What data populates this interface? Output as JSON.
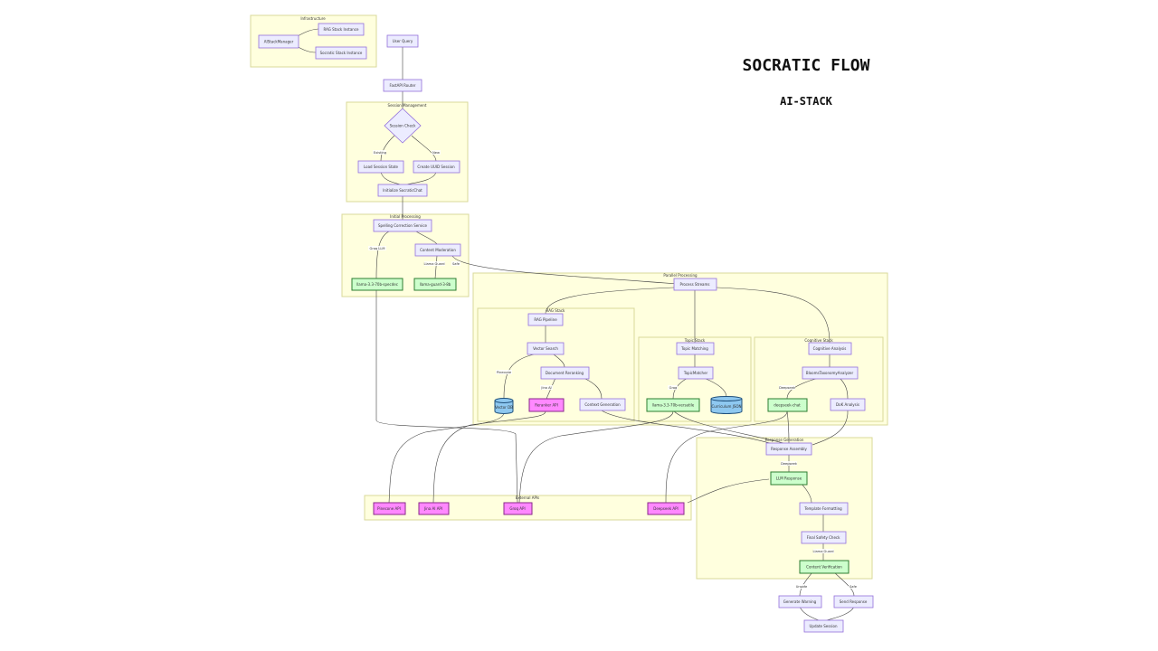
{
  "title": "SOCRATIC FLOW",
  "subtitle": "AI-STACK",
  "clusters": {
    "infrastructure": "Infrastructure",
    "session": "Session Management",
    "initial": "Initial Processing",
    "parallel": "Parallel Processing",
    "rag": "RAG Stack",
    "topic": "Topic Stack",
    "cognitive": "Cognitive Stack",
    "response": "Response Generation",
    "external": "External APIs"
  },
  "nodes": {
    "stack_manager": "AIStackManager",
    "rag_instance": "RAG Stack Instance",
    "socratic_instance": "Socratic Stack Instance",
    "user_query": "User Query",
    "fastapi": "FastAPI Router",
    "session_check": "Session Check",
    "load_session": "Load Session State",
    "create_session": "Create UUID Session",
    "init_chat": "Initialize SocraticChat",
    "spelling": "Spelling Correction Service",
    "content_mod": "Content Moderation",
    "llama_speculator": "llama-3.3-70b-specdec",
    "llama_guard": "llama-guard-3-8b",
    "process_streams": "Process Streams",
    "rag_pipeline": "RAG Pipeline",
    "vector_search": "Vector Search",
    "doc_rerank": "Document Reranking",
    "vector_db": "Vector DB",
    "reranker_api": "Reranker API",
    "context_gen": "Context Generation",
    "topic_matching": "Topic Matching",
    "topic_matcher": "TopicMatcher",
    "llama_versatile": "llama-3.3-70b-versatile",
    "curriculum": "Curriculum JSON",
    "cognitive_analysis": "Cognitive Analysis",
    "bloom": "BloomsTaxonomyAnalyzer",
    "deepseek_chat": "deepseek-chat",
    "dok": "DoK Analysis",
    "response_assembly": "Response Assembly",
    "llm_response": "LLM Response",
    "template": "Template Formatting",
    "final_safety": "Final Safety Check",
    "content_verif": "Content Verification",
    "gen_warning": "Generate Warning",
    "send_response": "Send Response",
    "update_session": "Update Session",
    "pinecone_api": "Pinecone API",
    "jina_api": "Jina AI API",
    "groq_api": "Groq API",
    "deepseek_api": "Deepseek API"
  },
  "edge_labels": {
    "existing": "Existing",
    "new": "New",
    "groq_llm": "Groq LLM",
    "llama_guard": "Llama Guard",
    "safe": "Safe",
    "pinecone": "Pinecone",
    "jina_ai": "Jina AI",
    "groq": "Groq",
    "deepseek": "Deepseek",
    "deepseek2": "Deepseek",
    "llama_guard2": "Llama Guard",
    "unsafe": "Unsafe",
    "safe2": "Safe"
  }
}
